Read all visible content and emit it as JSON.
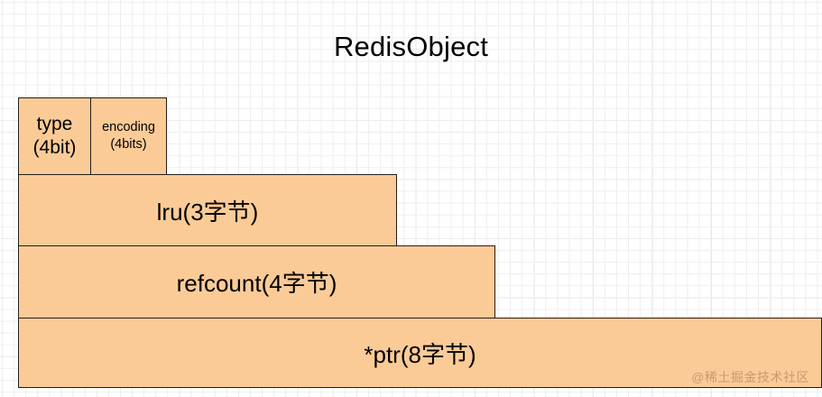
{
  "diagram": {
    "title": "RedisObject",
    "fill_color": "#fbcb97",
    "stroke_color": "#231f1c",
    "background_color": "#ffffff",
    "grid_minor_color": "#eceef0",
    "grid_major_color": "#dcdee2"
  },
  "fields": {
    "type": {
      "name": "type",
      "size": "(4bit)"
    },
    "encoding": {
      "name": "encoding",
      "size": "(4bits)"
    },
    "lru": {
      "label": "lru(3字节)"
    },
    "refcount": {
      "label": "refcount(4字节)"
    },
    "ptr": {
      "label": "*ptr(8字节)"
    }
  },
  "watermark": {
    "text": "@稀土掘金技术社区"
  }
}
